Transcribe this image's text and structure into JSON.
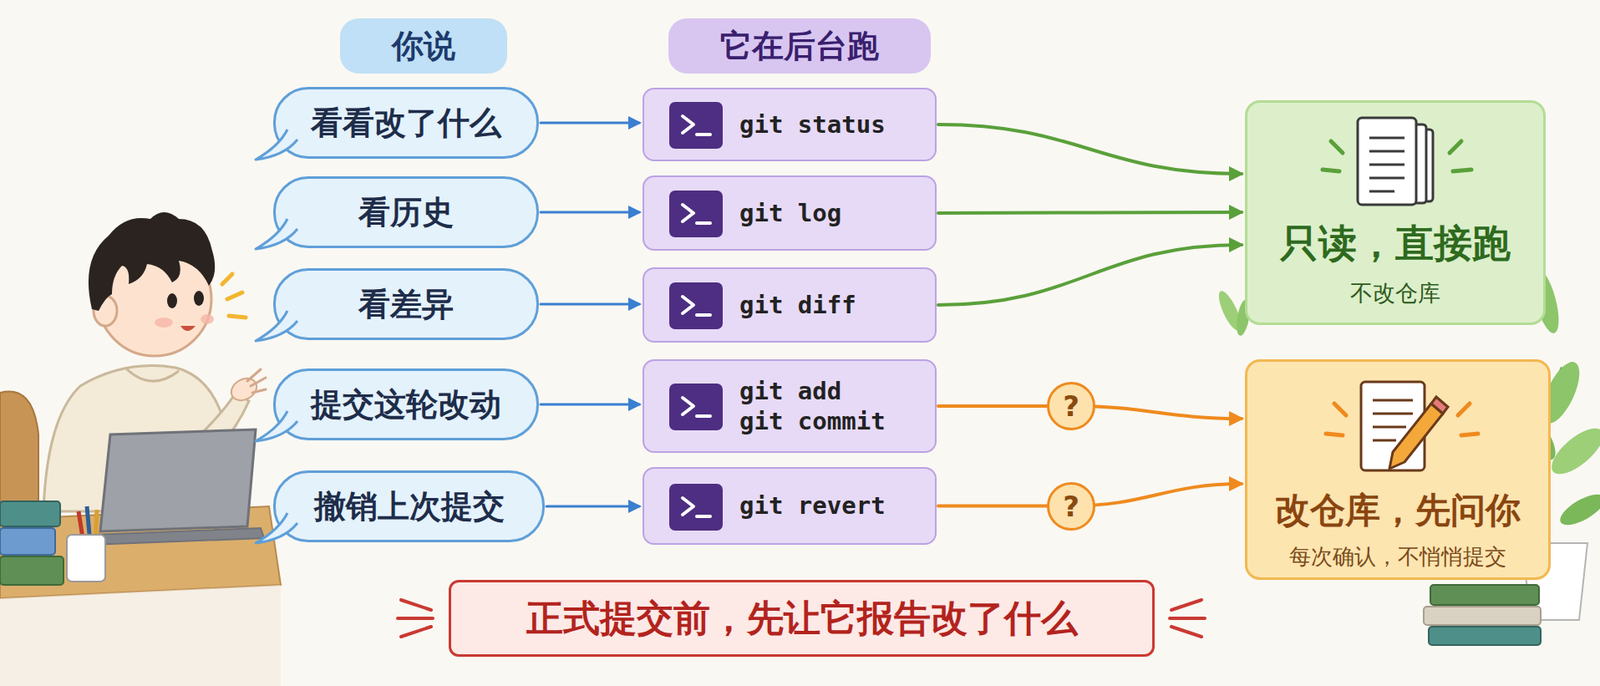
{
  "diagram": {
    "nodes": [
      {
        "text": [
          "你说"
        ]
      },
      {
        "text": [
          "它在后台跑"
        ]
      },
      {
        "text": [
          "看看改了什么"
        ]
      },
      {
        "text": [
          "git status"
        ]
      },
      {
        "text": [
          "看历史"
        ]
      },
      {
        "text": [
          "git log"
        ]
      },
      {
        "text": [
          "看差异"
        ]
      },
      {
        "text": [
          "git diff"
        ]
      },
      {
        "text": [
          "提交这轮改动"
        ]
      },
      {
        "text": [
          "git add",
          "git commit"
        ]
      },
      {
        "text": [
          "撤销上次提交"
        ]
      },
      {
        "text": [
          "git revert"
        ]
      },
      {
        "text": [
          "只读，直接跑",
          "不改仓库"
        ]
      },
      {
        "text": [
          "改仓库，先问你",
          "每次确认，不悄悄提交"
        ]
      },
      {
        "text": [
          "正式提交前，先让它报告改了什么"
        ]
      }
    ],
    "edges": [
      {
        "from": 2,
        "to": 3,
        "arrow": "to"
      },
      {
        "from": 4,
        "to": 5,
        "arrow": "to"
      },
      {
        "from": 6,
        "to": 7,
        "arrow": "to"
      },
      {
        "from": 8,
        "to": 9,
        "arrow": "to"
      },
      {
        "from": 10,
        "to": 11,
        "arrow": "to"
      },
      {
        "from": 3,
        "to": 12,
        "arrow": "to"
      },
      {
        "from": 5,
        "to": 12,
        "arrow": "to"
      },
      {
        "from": 7,
        "to": 12,
        "arrow": "to"
      },
      {
        "from": 9,
        "to": 13,
        "label": "?",
        "arrow": "to"
      },
      {
        "from": 11,
        "to": 13,
        "label": "?",
        "arrow": "to"
      }
    ]
  }
}
